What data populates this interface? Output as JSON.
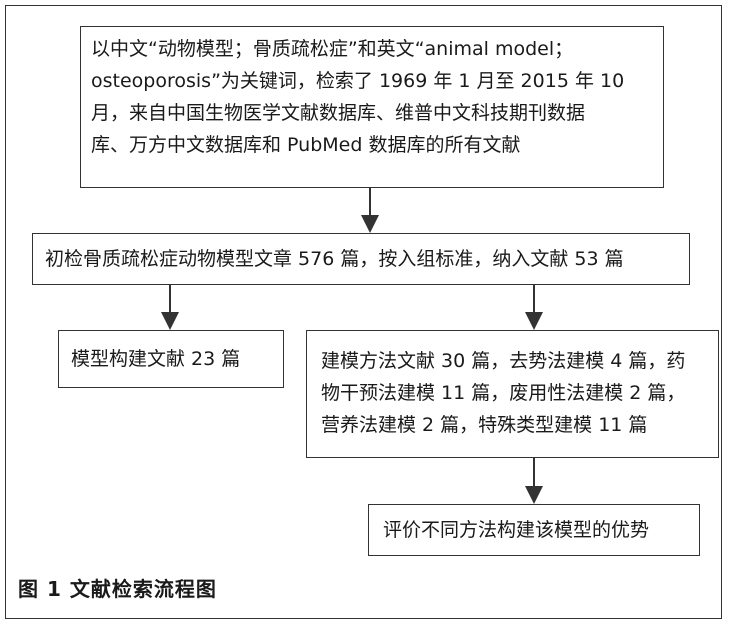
{
  "boxes": {
    "search": [
      "以中文“动物模型；骨质疏松症”和英文“animal model；",
      "osteoporosis”为关键词，检索了 1969 年 1 月至 2015 年 10",
      "月，来自中国生物医学文献数据库、维普中文科技期刊数据",
      "库、万方中文数据库和 PubMed 数据库的所有文献"
    ],
    "initial": "初检骨质疏松症动物模型文章 576 篇，按入组标准，纳入文献 53 篇",
    "model_build": "模型构建文献 23 篇",
    "methods": [
      "建模方法文献 30 篇，去势法建模 4 篇，药",
      "物干预法建模 11 篇，废用性法建模 2 篇，",
      "营养法建模 2 篇，特殊类型建模 11 篇"
    ],
    "evaluate": "评价不同方法构建该模型的优势"
  },
  "caption": "图 1   文献检索流程图",
  "colors": {
    "line": "#333333",
    "text": "#1a1a1a",
    "background": "#ffffff"
  }
}
